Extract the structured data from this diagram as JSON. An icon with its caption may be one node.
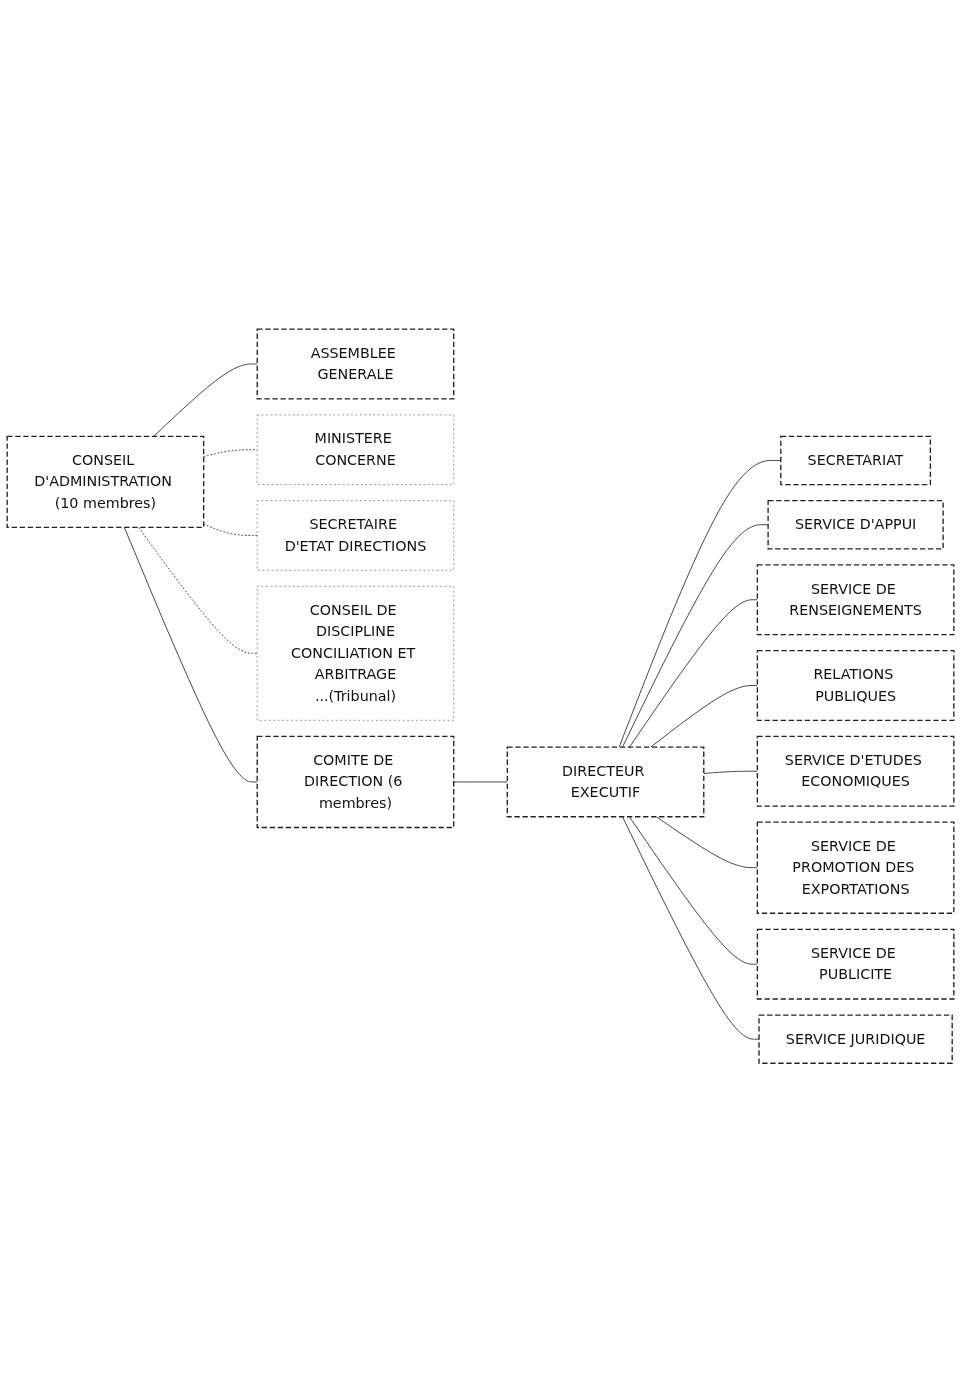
{
  "diagram": {
    "nodes": [
      {
        "text": [
          "CONSEIL D'ADMINISTRATION (10 membres)"
        ]
      },
      {
        "text": [
          "ASSEMBLEE GENERALE"
        ]
      },
      {
        "text": [
          "MINISTERE CONCERNE"
        ]
      },
      {
        "text": [
          "SECRETAIRE D'ETAT DIRECTIONS"
        ]
      },
      {
        "text": [
          "CONSEIL DE DISCIPLINE",
          "CONCILIATION ET ARBITRAGE",
          "...(Tribunal)"
        ]
      },
      {
        "text": [
          "COMITE DE DIRECTION (6 membres)"
        ]
      },
      {
        "text": [
          "DIRECTEUR EXECUTIF"
        ]
      },
      {
        "text": [
          "SECRETARIAT"
        ]
      },
      {
        "text": [
          "SERVICE D'APPUI"
        ]
      },
      {
        "text": [
          "SERVICE DE RENSEIGNEMENTS"
        ]
      },
      {
        "text": [
          "RELATIONS PUBLIQUES"
        ]
      },
      {
        "text": [
          "SERVICE D'ETUDES ECONOMIQUES"
        ]
      },
      {
        "text": [
          "SERVICE DE PROMOTION DES EXPORTATIONS"
        ]
      },
      {
        "text": [
          "SERVICE DE PUBLICITE"
        ]
      },
      {
        "text": [
          "SERVICE JURIDIQUE"
        ]
      }
    ],
    "edges": [
      {
        "from": 0,
        "to": 1,
        "arrow": "none"
      },
      {
        "from": 0,
        "to": 5,
        "arrow": "none"
      },
      {
        "from": 0,
        "to": 2,
        "arrow": "none",
        "style": "dashed"
      },
      {
        "from": 0,
        "to": 3,
        "arrow": "none",
        "style": "dashed"
      },
      {
        "from": 0,
        "to": 4,
        "arrow": "none",
        "style": "dashed"
      },
      {
        "from": 5,
        "to": 6,
        "arrow": "none"
      },
      {
        "from": 6,
        "to": 7,
        "arrow": "none"
      },
      {
        "from": 6,
        "to": 8,
        "arrow": "none"
      },
      {
        "from": 6,
        "to": 9,
        "arrow": "none"
      },
      {
        "from": 6,
        "to": 10,
        "arrow": "none"
      },
      {
        "from": 6,
        "to": 11,
        "arrow": "none"
      },
      {
        "from": 6,
        "to": 12,
        "arrow": "none"
      },
      {
        "from": 6,
        "to": 13,
        "arrow": "none"
      },
      {
        "from": 6,
        "to": 14,
        "arrow": "none"
      }
    ]
  }
}
